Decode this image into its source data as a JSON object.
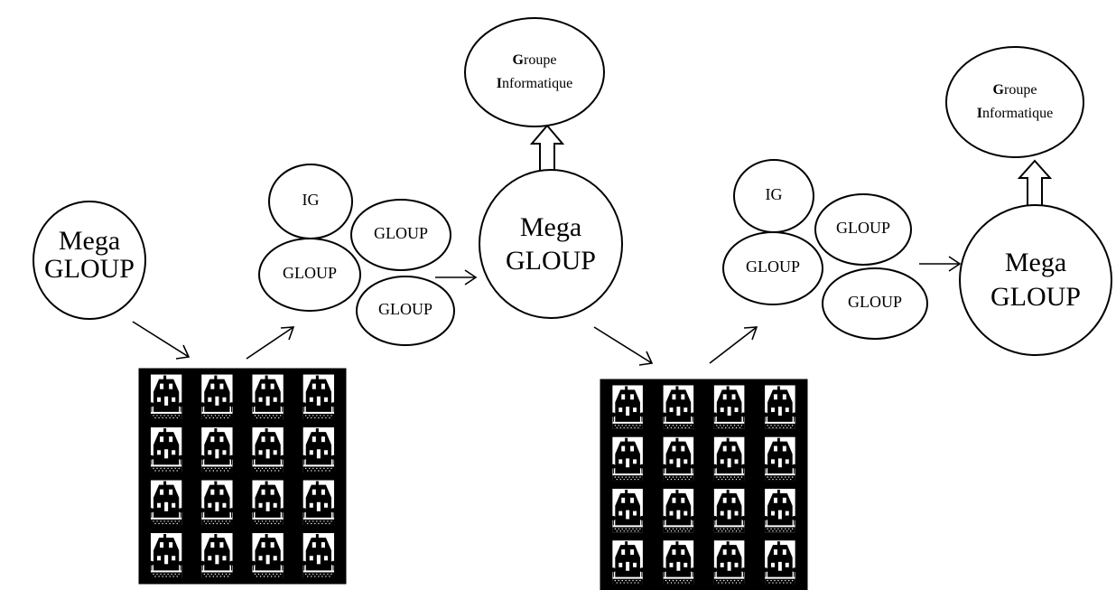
{
  "left_group": {
    "mega": [
      "Mega",
      "GLOUP"
    ],
    "ig": "IG",
    "gloup_top": "GLOUP",
    "gloup_mid": "GLOUP",
    "gloup_bottom": "GLOUP"
  },
  "center_group": {
    "mega": [
      "Mega",
      "GLOUP"
    ],
    "groupe": {
      "line1_initial": "G",
      "line1_rest": "roupe",
      "line2_initial": "I",
      "line2_rest": "nformatique"
    }
  },
  "right_group": {
    "ig": "IG",
    "gloup_top": "GLOUP",
    "gloup_mid": "GLOUP",
    "gloup_bottom": "GLOUP",
    "mega": [
      "Mega",
      "GLOUP"
    ],
    "groupe": {
      "line1_initial": "G",
      "line1_rest": "roupe",
      "line2_initial": "I",
      "line2_rest": "nformatique"
    }
  },
  "house_grids": {
    "rows": 4,
    "cols": 4
  },
  "colors": {
    "stroke": "#000000",
    "fill": "#ffffff"
  }
}
